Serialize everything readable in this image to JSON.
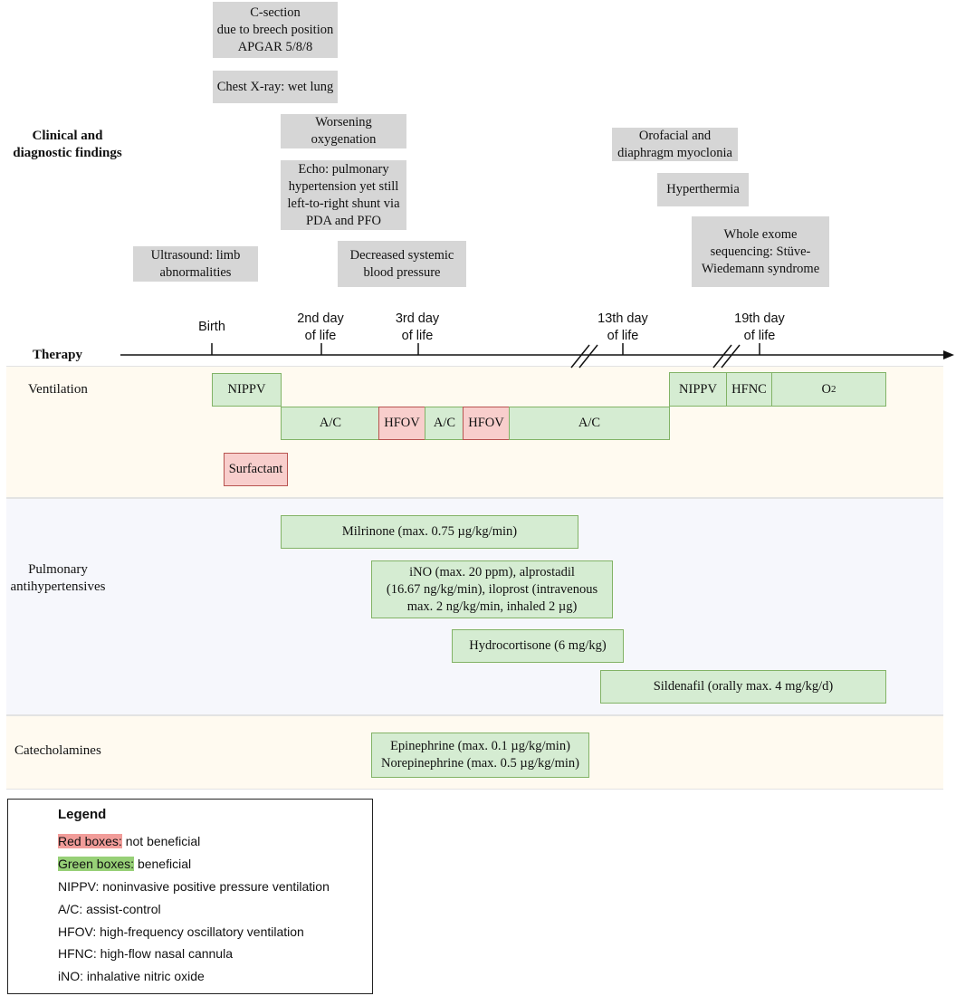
{
  "findings": {
    "heading": "Clinical and\ndiagnostic findings",
    "items": {
      "csection": "C-section\ndue to breech position\nAPGAR 5/8/8",
      "xray": "Chest X-ray: wet lung",
      "oxygenation": "Worsening\noxygenation",
      "echo": "Echo: pulmonary\nhypertension yet still\nleft-to-right shunt via\nPDA and PFO",
      "ultrasound": "Ultrasound: limb\nabnormalities",
      "bp": "Decreased systemic\nblood pressure",
      "myoclonia": "Orofacial and\ndiaphragm myoclonia",
      "hyperthermia": "Hyperthermia",
      "exome": "Whole exome\nsequencing: Stüve-\nWiedemann syndrome"
    }
  },
  "timeline": {
    "therapy_label": "Therapy",
    "ticks": {
      "birth": "Birth",
      "day2": "2nd day\nof life",
      "day3": "3rd day\nof life",
      "day13": "13th day\nof life",
      "day19": "19th day\nof life"
    }
  },
  "sections": {
    "ventilation": "Ventilation",
    "pulmonary": "Pulmonary\nantihypertensives",
    "catecholamines": "Catecholamines"
  },
  "therapies": {
    "nippv1": "NIPPV",
    "ac1": "A/C",
    "hfov1": "HFOV",
    "ac2": "A/C",
    "hfov2": "HFOV",
    "ac3": "A/C",
    "nippv2": "NIPPV",
    "hfnc": "HFNC",
    "o2_base": "O",
    "o2_sub": "2",
    "surfactant": "Surfactant",
    "milrinone": "Milrinone (max. 0.75 µg/kg/min)",
    "ino": "iNO (max. 20 ppm), alprostadil\n(16.67 ng/kg/min), iloprost (intravenous\nmax. 2 ng/kg/min, inhaled 2 µg)",
    "hydrocortisone": "Hydrocortisone (6 mg/kg)",
    "sildenafil": "Sildenafil (orally max. 4 mg/kg/d)",
    "catecholamine_box": "Epinephrine (max. 0.1 µg/kg/min)\nNorepinephrine (max. 0.5 µg/kg/min)"
  },
  "colors": {
    "beneficial_fill": "#d5ecd2",
    "beneficial_border": "#82b366",
    "not_beneficial_fill": "#f8cecc",
    "not_beneficial_border": "#b85450",
    "finding_fill": "#d6d6d6"
  },
  "legend": {
    "title": "Legend",
    "red_key": "Red boxes:",
    "red_text": " not beneficial",
    "green_key": "Green boxes:",
    "green_text": " beneficial",
    "nippv": "NIPPV: noninvasive positive pressure ventilation",
    "ac": "A/C: assist-control",
    "hfov": "HFOV: high-frequency oscillatory ventilation",
    "hfnc": "HFNC: high-flow nasal cannula",
    "ino": "iNO: inhalative nitric oxide"
  }
}
